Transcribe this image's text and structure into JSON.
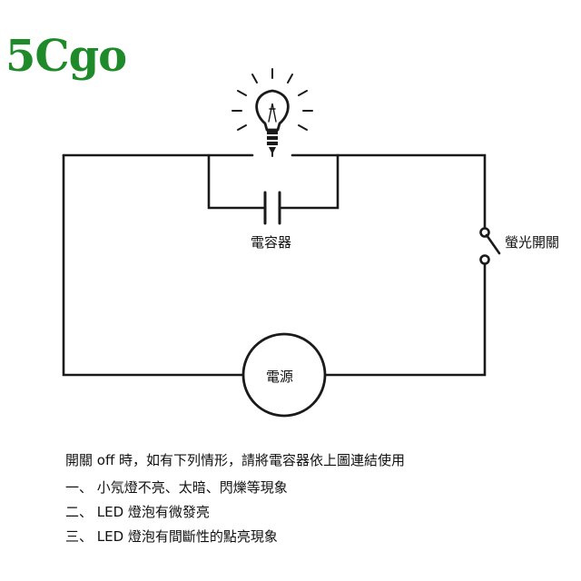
{
  "brand": {
    "logo_text": "5Cgo",
    "logo_color": "#1f8a2a"
  },
  "diagram": {
    "capacitor_label": "電容器",
    "switch_label": "螢光開關",
    "power_label": "電源",
    "line_color": "#1a1a1a"
  },
  "notes": {
    "heading": "開關 off 時，如有下列情形，請將電容器依上圖連結使用",
    "items": [
      "一、 小氖燈不亮、太暗、閃爍等現象",
      "二、 LED 燈泡有微發亮",
      "三、 LED 燈泡有間斷性的點亮現象"
    ]
  }
}
